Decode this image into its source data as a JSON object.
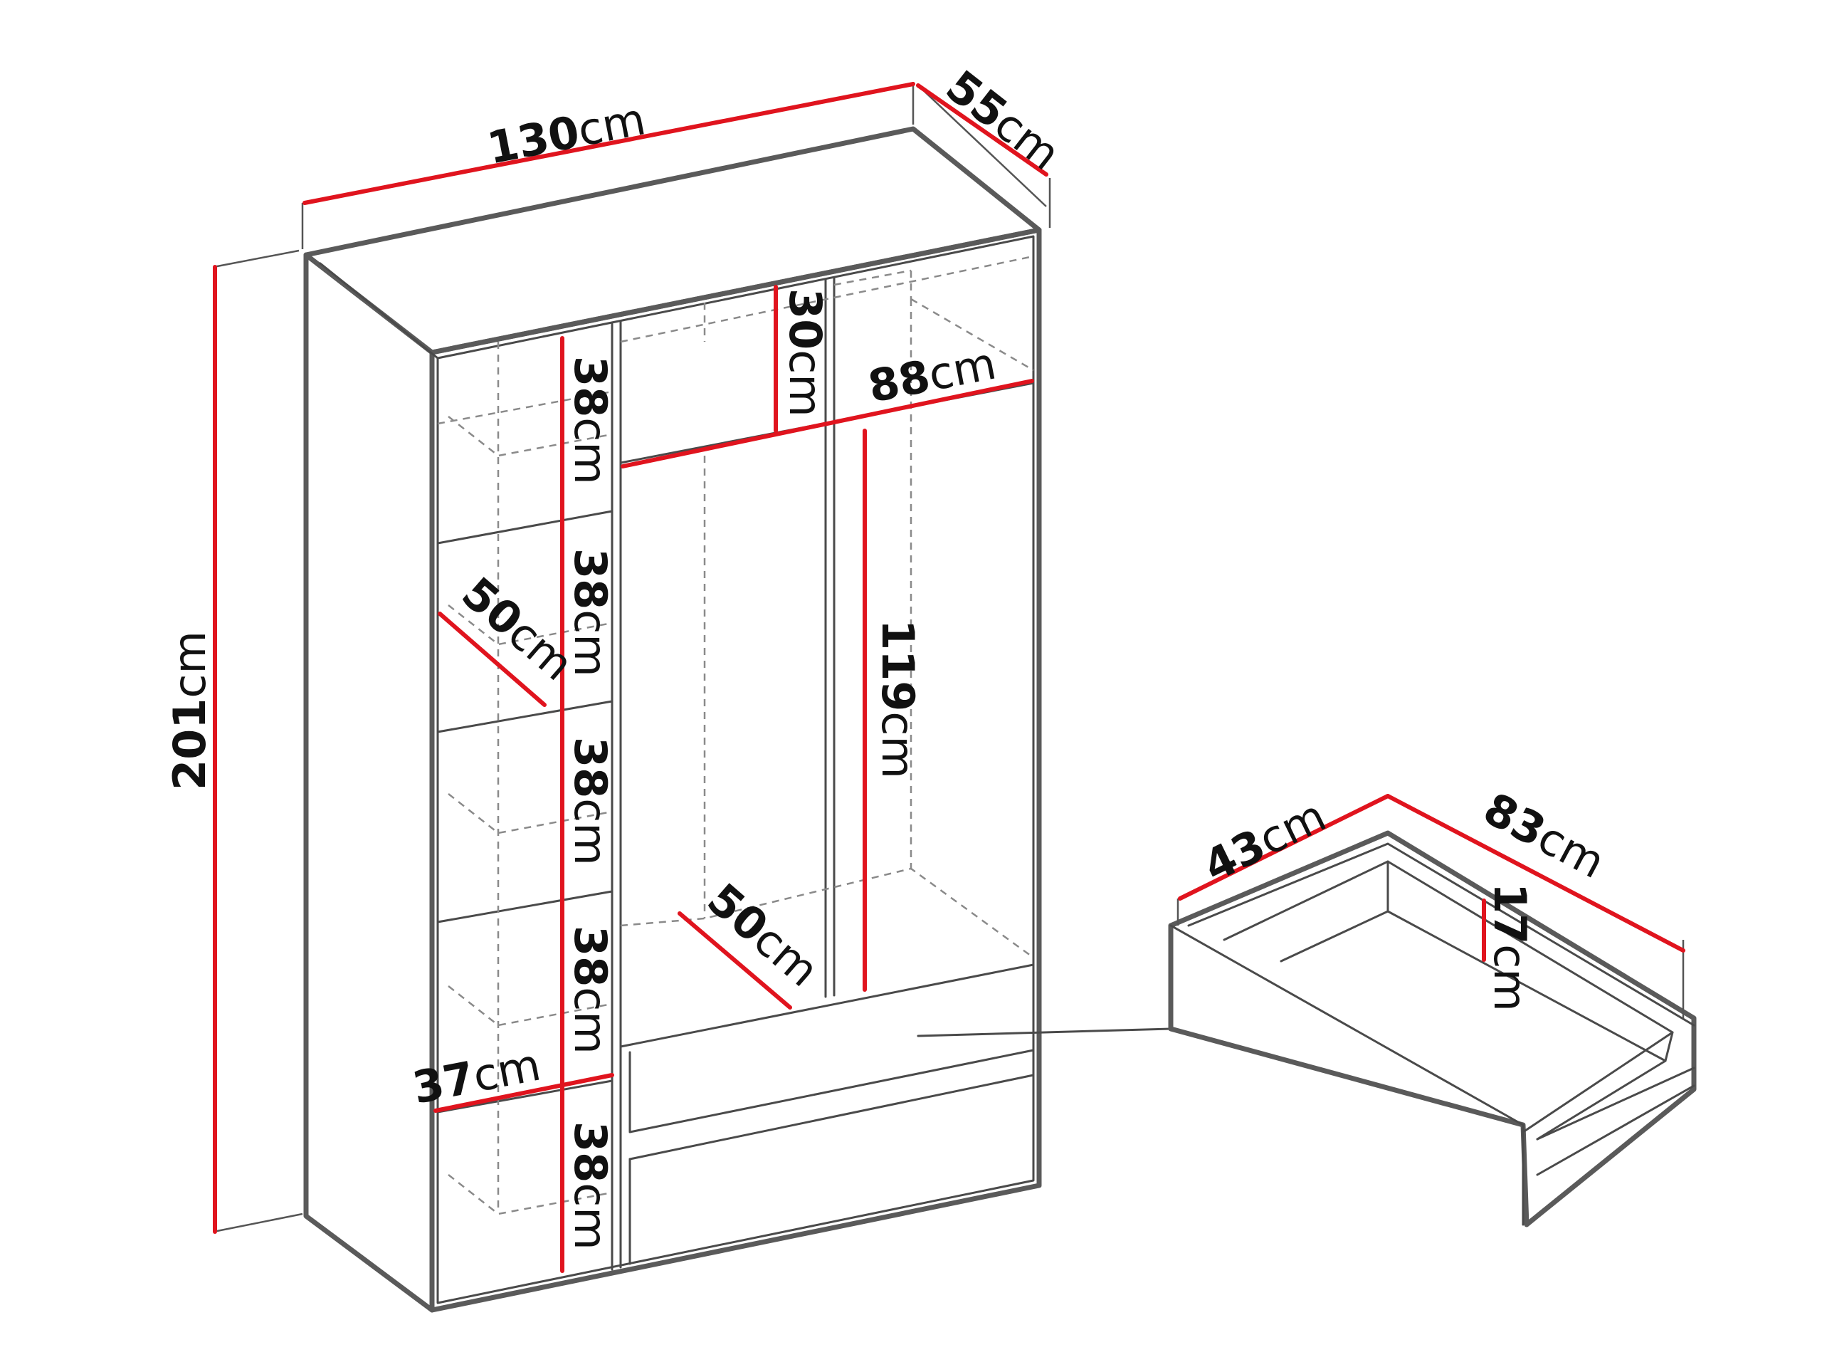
{
  "dimensions": {
    "width": {
      "value": "130",
      "unit": "cm"
    },
    "depth": {
      "value": "55",
      "unit": "cm"
    },
    "height": {
      "value": "201",
      "unit": "cm"
    },
    "top_shelf": {
      "value": "30",
      "unit": "cm"
    },
    "rail_width": {
      "value": "88",
      "unit": "cm"
    },
    "hanging": {
      "value": "119",
      "unit": "cm"
    },
    "hang_depth": {
      "value": "50",
      "unit": "cm"
    },
    "shelf_depth": {
      "value": "50",
      "unit": "cm"
    },
    "shelf_width": {
      "value": "37",
      "unit": "cm"
    },
    "shelf_gap_1": {
      "value": "38",
      "unit": "cm"
    },
    "shelf_gap_2": {
      "value": "38",
      "unit": "cm"
    },
    "shelf_gap_3": {
      "value": "38",
      "unit": "cm"
    },
    "shelf_gap_4": {
      "value": "38",
      "unit": "cm"
    },
    "shelf_gap_5": {
      "value": "38",
      "unit": "cm"
    },
    "drawer_depth": {
      "value": "43",
      "unit": "cm"
    },
    "drawer_width": {
      "value": "83",
      "unit": "cm"
    },
    "drawer_height": {
      "value": "17",
      "unit": "cm"
    }
  },
  "colors": {
    "dimension_line": "#e0141e",
    "outline": "#4a4a4a"
  }
}
